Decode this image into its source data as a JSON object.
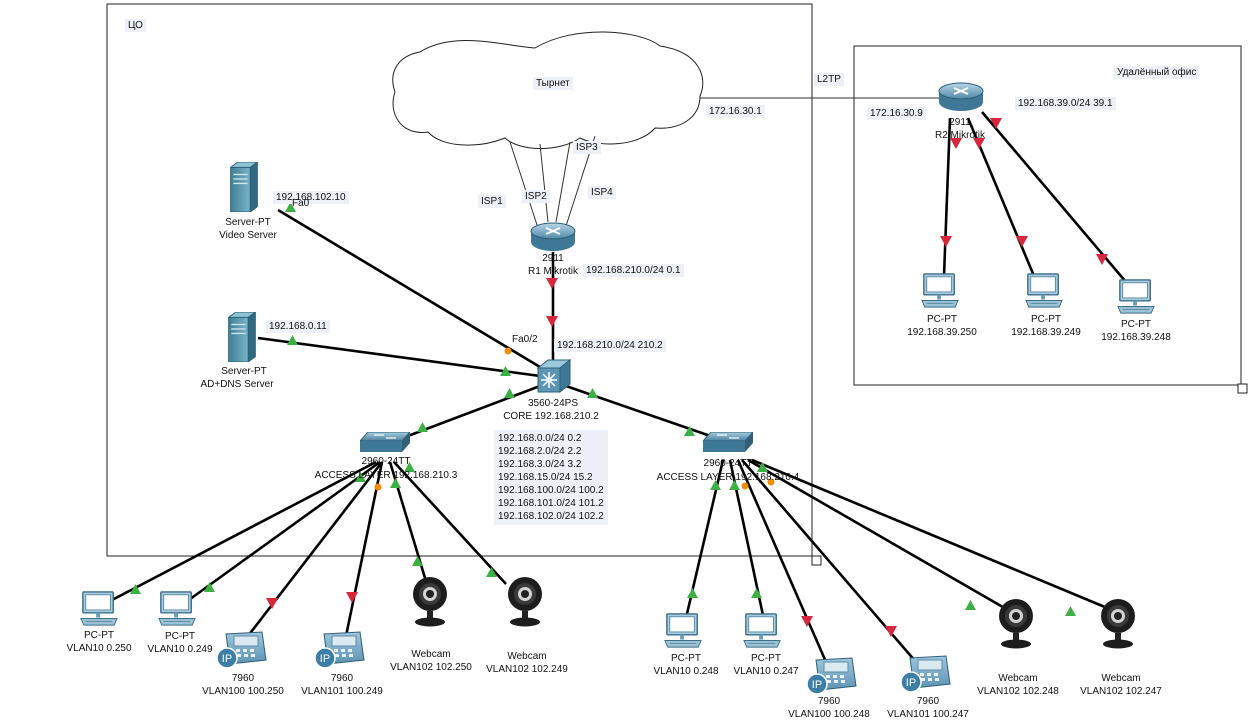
{
  "zones": {
    "co": "ЦО",
    "remote": "Удалённый офис"
  },
  "cloud": {
    "label": "Тырнет"
  },
  "links": {
    "l2tp": "L2TP",
    "isp1": "ISP1",
    "isp2": "ISP2",
    "isp3": "ISP3",
    "isp4": "ISP4"
  },
  "r1": {
    "model": "2911",
    "name": "R1 Mikrotik",
    "lan": "192.168.210.0/24 0.1"
  },
  "r2": {
    "model": "2911",
    "name": "R2 Mikrotik",
    "wan": "172.16.30.9",
    "lan": "192.168.39.0/24 39.1"
  },
  "wan_r1": "172.16.30.1",
  "video_server": {
    "type": "Server-PT",
    "name": "Video Server",
    "ip": "192.168.102.10",
    "port": "Fa0"
  },
  "ad_server": {
    "type": "Server-PT",
    "name": "AD+DNS Server",
    "ip": "192.168.0.11"
  },
  "core": {
    "port": "Fa0/2",
    "uplink": "192.168.210.0/24 210.2",
    "model": "3560-24PS",
    "name": "CORE 192.168.210.2",
    "routes": [
      "192.168.0.0/24 0.2",
      "192.168.2.0/24 2.2",
      "192.168.3.0/24 3.2",
      "192.168.15.0/24 15.2",
      "192.168.100.0/24 100.2",
      "192.168.101.0/24 101.2",
      "192.168.102.0/24 102.2"
    ]
  },
  "access1": {
    "model": "2960-24TT",
    "name": "ACCESS LAYER 192.168.210.3"
  },
  "access2": {
    "model": "2960-24TT",
    "name": "ACCESS LAYER 192.168.210.4"
  },
  "devices": {
    "pc1": {
      "type": "PC-PT",
      "label": "VLAN10 0.250"
    },
    "pc2": {
      "type": "PC-PT",
      "label": "VLAN10 0.249"
    },
    "ph1": {
      "type": "7960",
      "label": "VLAN100 100.250"
    },
    "ph2": {
      "type": "7960",
      "label": "VLAN101 100.249"
    },
    "cam1": {
      "type": "Webcam",
      "label": "VLAN102 102.250"
    },
    "cam2": {
      "type": "Webcam",
      "label": "VLAN102 102.249"
    },
    "pc3": {
      "type": "PC-PT",
      "label": "VLAN10 0.248"
    },
    "pc4": {
      "type": "PC-PT",
      "label": "VLAN10 0.247"
    },
    "ph3": {
      "type": "7960",
      "label": "VLAN100 100.248"
    },
    "ph4": {
      "type": "7960",
      "label": "VLAN101 100.247"
    },
    "cam3": {
      "type": "Webcam",
      "label": "VLAN102 102.248"
    },
    "cam4": {
      "type": "Webcam",
      "label": "VLAN102 102.247"
    },
    "rpc1": {
      "type": "PC-PT",
      "label": "192.168.39.250"
    },
    "rpc2": {
      "type": "PC-PT",
      "label": "192.168.39.249"
    },
    "rpc3": {
      "type": "PC-PT",
      "label": "192.168.39.248"
    }
  },
  "colors": {
    "link": "#000000",
    "up": "#3cb043",
    "down": "#d7263d",
    "pending": "#f08c00",
    "device": "#6aa5c8"
  }
}
